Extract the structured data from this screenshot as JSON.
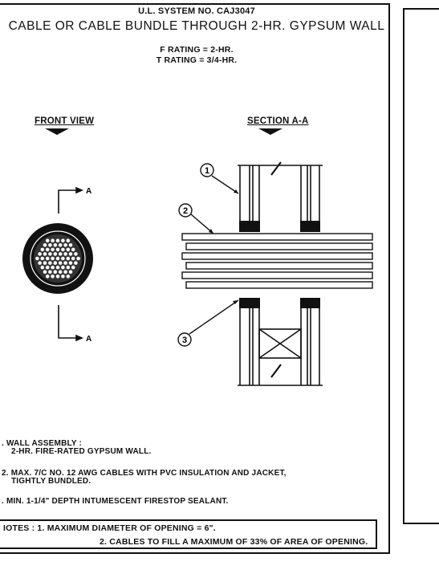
{
  "header": {
    "system_no": "U.L. SYSTEM NO. CAJ3047",
    "title": "CABLE OR CABLE BUNDLE THROUGH 2-HR. GYPSUM WALL",
    "f_rating": "F RATING = 2-HR.",
    "t_rating": "T RATING = 3/4-HR."
  },
  "views": {
    "front": "FRONT VIEW",
    "section": "SECTION A-A",
    "section_marker": "A"
  },
  "callouts": [
    "1",
    "2",
    "3"
  ],
  "legend": [
    {
      "line1": ". WALL ASSEMBLY :",
      "line2": "2-HR. FIRE-RATED GYPSUM WALL."
    },
    {
      "line1": "2. MAX. 7/C NO. 12 AWG CABLES WITH PVC INSULATION AND JACKET,",
      "line2": "TIGHTLY BUNDLED."
    },
    {
      "line1": ". MIN. 1-1/4\" DEPTH INTUMESCENT FIRESTOP SEALANT."
    }
  ],
  "notes": {
    "line1": "IOTES : 1. MAXIMUM DIAMETER OF OPENING = 6\".",
    "line2": "2. CABLES TO FILL A MAXIMUM OF 33% OF AREA OF OPENING."
  }
}
